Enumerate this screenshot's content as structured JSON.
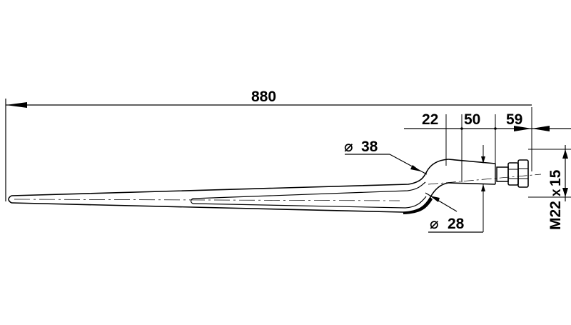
{
  "drawing": {
    "type": "bale spear tine technical drawing",
    "colors": {
      "line": "#000000",
      "background": "#ffffff"
    },
    "dimensions": {
      "overall_length": "880",
      "segment_1": "22",
      "segment_2": "50",
      "segment_3": "59",
      "diameter_outer": "38",
      "diameter_inner": "28",
      "thread": "M22x15"
    },
    "symbols": {
      "diameter": "⌀",
      "times": "x"
    },
    "thread_parts": {
      "name": "M22",
      "pitch": "15"
    }
  }
}
